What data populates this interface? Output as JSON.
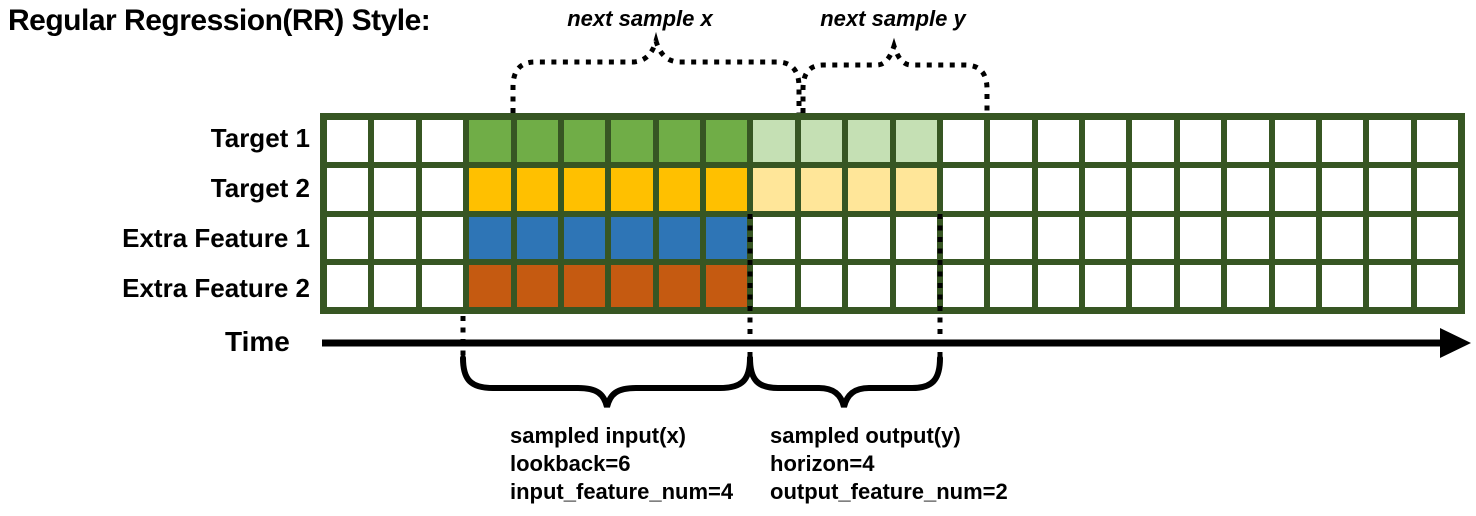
{
  "title": "Regular Regression(RR) Style:",
  "annotations": {
    "next_sample_x": "next sample x",
    "next_sample_y": "next sample y"
  },
  "time_axis": {
    "label": "Time"
  },
  "grid": {
    "columns": 24,
    "border_color": "#375623",
    "rows": [
      {
        "label": "Target 1",
        "segments": [
          {
            "count": 3,
            "color": "#FFFFFF"
          },
          {
            "count": 6,
            "color": "#70AD47"
          },
          {
            "count": 4,
            "color": "#C5E0B4"
          },
          {
            "count": 11,
            "color": "#FFFFFF"
          }
        ]
      },
      {
        "label": "Target 2",
        "segments": [
          {
            "count": 3,
            "color": "#FFFFFF"
          },
          {
            "count": 6,
            "color": "#FFC000"
          },
          {
            "count": 4,
            "color": "#FFE699"
          },
          {
            "count": 11,
            "color": "#FFFFFF"
          }
        ]
      },
      {
        "label": "Extra Feature 1",
        "segments": [
          {
            "count": 3,
            "color": "#FFFFFF"
          },
          {
            "count": 6,
            "color": "#2E75B6"
          },
          {
            "count": 15,
            "color": "#FFFFFF"
          }
        ]
      },
      {
        "label": "Extra Feature 2",
        "segments": [
          {
            "count": 3,
            "color": "#FFFFFF"
          },
          {
            "count": 6,
            "color": "#C55A11"
          },
          {
            "count": 15,
            "color": "#FFFFFF"
          }
        ]
      }
    ]
  },
  "callouts": {
    "input": {
      "line1": "sampled input(x)",
      "line2": "lookback=6",
      "line3": "input_feature_num=4"
    },
    "output": {
      "line1": "sampled output(y)",
      "line2": "horizon=4",
      "line3": "output_feature_num=2"
    }
  }
}
